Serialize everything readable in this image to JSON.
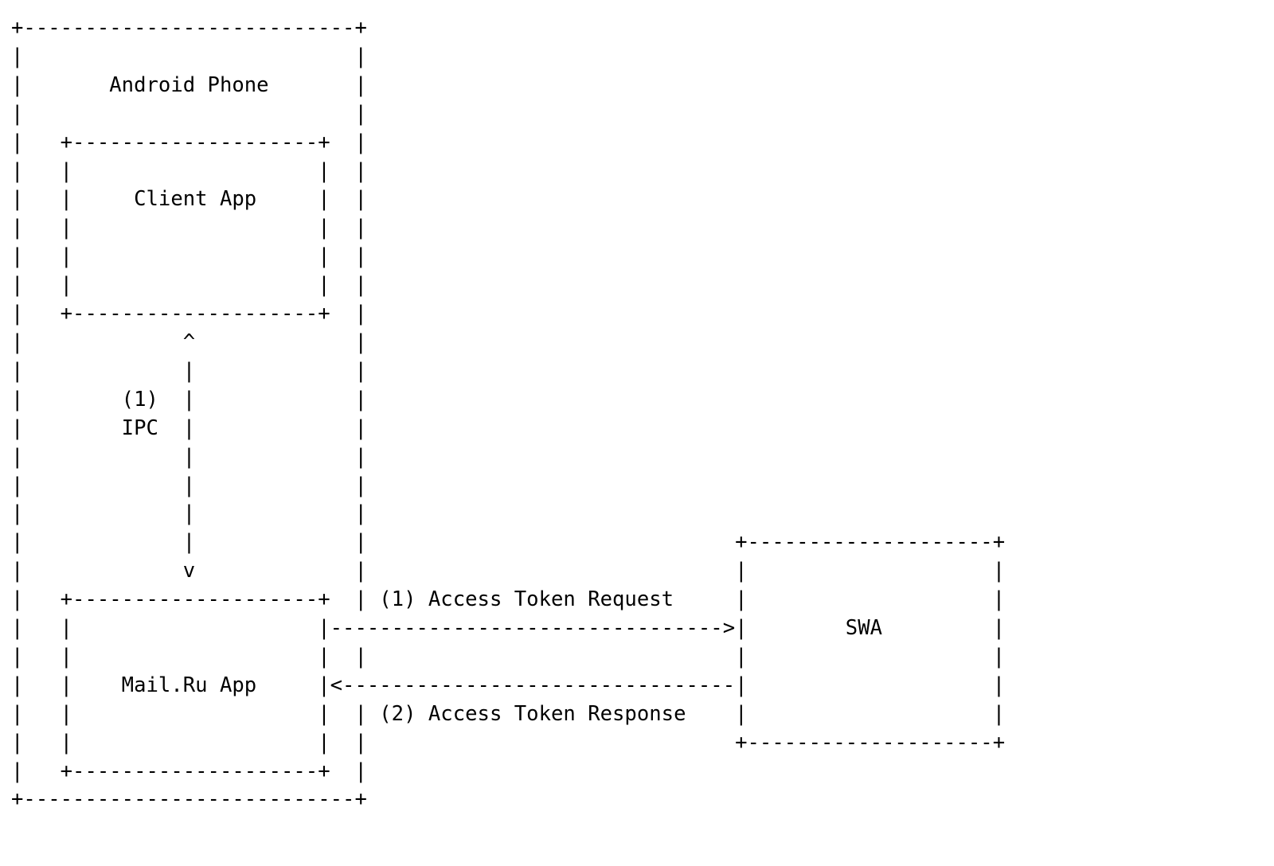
{
  "diagram": {
    "type": "ascii-art-block-diagram",
    "title": "Android Phone to SWA access token flow",
    "glyphs": {
      "corner": "+",
      "horizontal": "-",
      "vertical": "|",
      "arrow_right": ">",
      "arrow_left": "<",
      "arrow_up": "^",
      "arrow_down": "v"
    },
    "colors": {
      "ink": "#000000",
      "background": "#ffffff"
    },
    "nodes": [
      {
        "id": "android-phone",
        "label": "Android Phone",
        "kind": "container",
        "border": "dashed-ascii"
      },
      {
        "id": "client-app",
        "label": "Client App",
        "kind": "box",
        "parent": "android-phone",
        "border": "dashed-ascii"
      },
      {
        "id": "mail-ru-app",
        "label": "Mail.Ru App",
        "kind": "box",
        "parent": "android-phone",
        "border": "dashed-ascii"
      },
      {
        "id": "swa",
        "label": "SWA",
        "kind": "box",
        "parent": null,
        "border": "dashed-ascii"
      }
    ],
    "edges": [
      {
        "id": "ipc-edge",
        "from": "mail-ru-app",
        "to": "client-app",
        "direction": "bidirectional",
        "orientation": "vertical",
        "label_lines": [
          "(1)",
          "IPC"
        ],
        "step": "(1)",
        "protocol": "IPC"
      },
      {
        "id": "access-token-request-edge",
        "from": "mail-ru-app",
        "to": "swa",
        "direction": "right",
        "orientation": "horizontal",
        "label": "(1) Access Token Request",
        "step": "(1)"
      },
      {
        "id": "access-token-response-edge",
        "from": "swa",
        "to": "mail-ru-app",
        "direction": "left",
        "orientation": "horizontal",
        "label": "(2) Access Token Response",
        "step": "(2)"
      }
    ],
    "labels": {
      "android_phone": "Android Phone",
      "client_app": "Client App",
      "mail_ru_app": "Mail.Ru App",
      "swa": "SWA",
      "ipc_step": "(1)",
      "ipc_protocol": "IPC",
      "access_token_request": "(1) Access Token Request",
      "access_token_response": "(2) Access Token Response"
    },
    "art": "+---------------------------+\n|                           |\n|        Android Phone      |\n|                           |\n|   +-------------------+   |\n|   |                   |   |\n|   |     Client App    |   |\n|   |                   |   |\n|   |                   |   |\n|   +-------------------+   |\n|             ^             |\n|             |             |\n|     (1)     |             |\n|     IPC     |             |\n|             |             |\n|             |             |\n|             |             |\n|             |             |\n|             v             |\n|   +-------------------+   |\n|   |                   |   |\n|   |                   |   |\n|   |   Mail.Ru App     |   |\n|   |                   |   |\n|   +-------------------+   |\n|                           |\n+---------------------------+"
  }
}
